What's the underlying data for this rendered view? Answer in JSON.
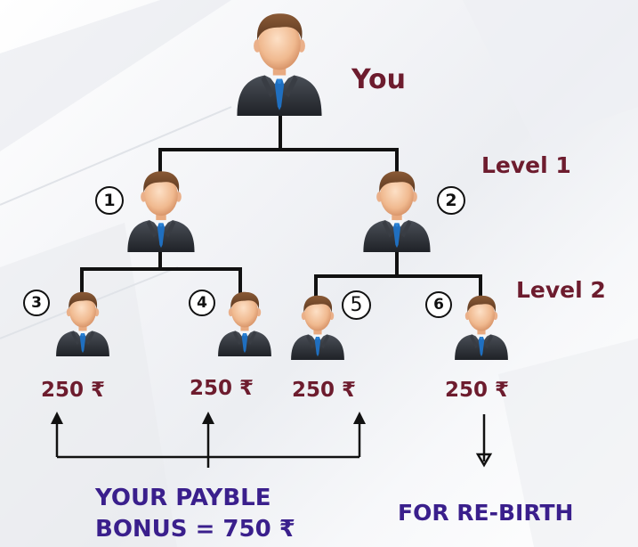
{
  "labels": {
    "you": "You",
    "level1": "Level 1",
    "level2": "Level 2"
  },
  "nodes": {
    "n1": "1",
    "n2": "2",
    "n3": "3",
    "n4": "4",
    "n5": "5",
    "n6": "6"
  },
  "amounts": {
    "a3": "250 ₹",
    "a4": "250 ₹",
    "a5": "250 ₹",
    "a6": "250 ₹"
  },
  "bonus": {
    "line1": "YOUR PAYBLE",
    "line2": "BONUS = 750  ₹"
  },
  "rebirth": "FOR RE-BIRTH",
  "colors": {
    "label": "#6d1c2e",
    "bonus": "#3a1f8c",
    "suit": "#2e3238",
    "tie": "#1f6fc0"
  },
  "icons": [
    "businessman-icon"
  ]
}
